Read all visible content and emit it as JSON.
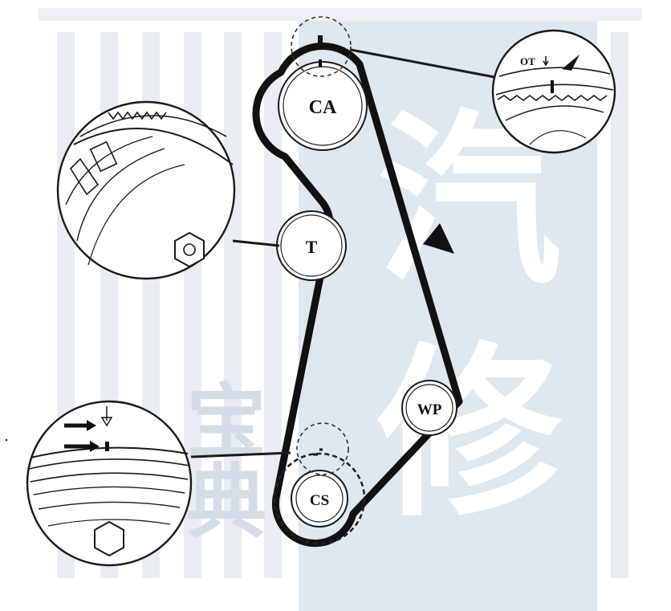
{
  "diagram": {
    "pulleys": {
      "camshaft": "CA",
      "tensioner": "T",
      "water_pump": "WP",
      "crankshaft": "CS"
    },
    "detail_marks": {
      "camshaft_tdc": "OT"
    },
    "colors": {
      "belt": "#111111",
      "line": "#1a1a1a",
      "watermark_panel": "#dfe7ef",
      "watermark_text": "#ffffff",
      "watermark_faint": "#c9d3dd"
    }
  },
  "watermark": {
    "chars": [
      "汽",
      "修",
      "宝",
      "典"
    ]
  }
}
